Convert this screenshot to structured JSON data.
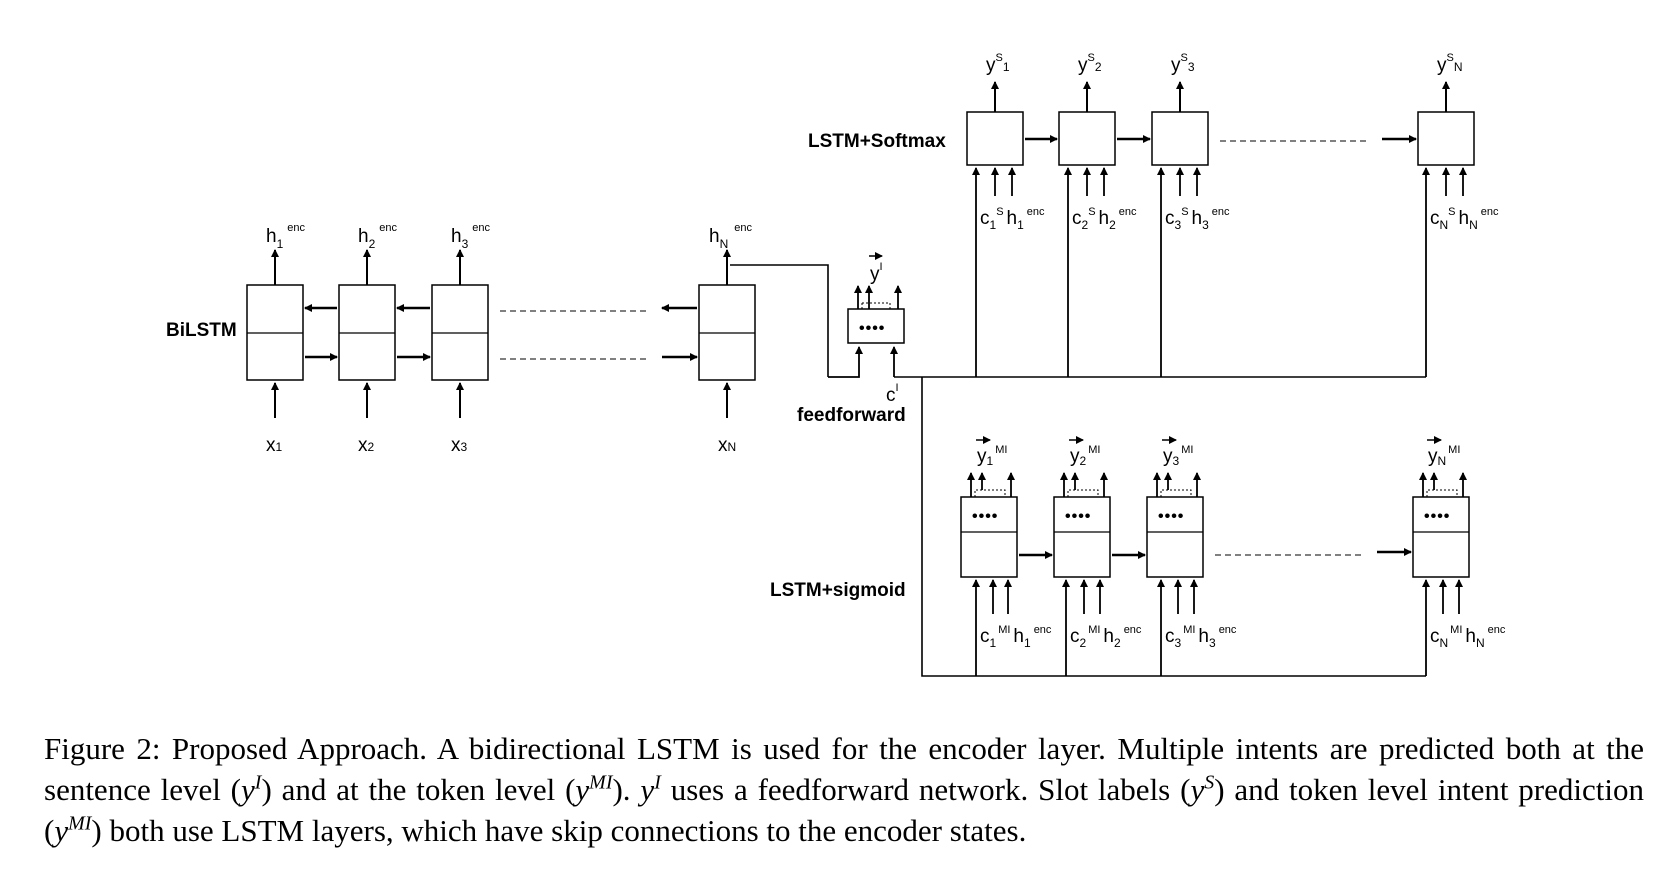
{
  "labels": {
    "bilstm": "BiLSTM",
    "lstm_softmax": "LSTM+Softmax",
    "lstm_sigmoid": "LSTM+sigmoid",
    "feedforward": "feedforward",
    "dots": "••••"
  },
  "symbols": {
    "h": "h",
    "x": "x",
    "y": "y",
    "c": "c",
    "enc": "enc",
    "S": "S",
    "MI": "MI",
    "I": "I",
    "idx": [
      "1",
      "2",
      "3",
      "N"
    ]
  },
  "caption": {
    "s1": "Figure 2: Proposed Approach. A bidirectional LSTM is used for the encoder layer. Multiple intents are predicted both at the sentence level (",
    "s2": ") and at the token level (",
    "s3": "). ",
    "s4": " uses a feedforward network. Slot labels (",
    "s5": ") and token level intent prediction (",
    "s6": ") both use LSTM layers, which have skip connections to the encoder states.",
    "y": "y",
    "I": "I",
    "MI": "MI",
    "S": "S"
  }
}
